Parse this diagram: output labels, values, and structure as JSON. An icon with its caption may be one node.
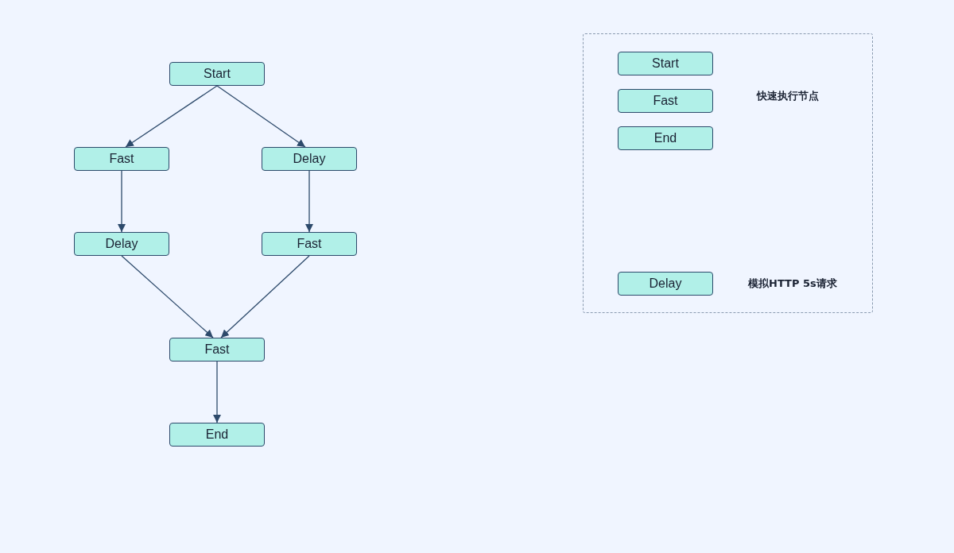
{
  "diagram": {
    "nodes": [
      {
        "text": [
          "Start"
        ]
      },
      {
        "text": [
          "Fast"
        ]
      },
      {
        "text": [
          "Delay"
        ]
      },
      {
        "text": [
          "Delay"
        ]
      },
      {
        "text": [
          "Fast"
        ]
      },
      {
        "text": [
          "Fast"
        ]
      },
      {
        "text": [
          "End"
        ]
      },
      {
        "text": [],
        "shape": "box"
      },
      {
        "text": [
          "Start"
        ],
        "in": 7
      },
      {
        "text": [
          "Fast"
        ],
        "in": 7
      },
      {
        "text": [
          "End"
        ],
        "in": 7
      },
      {
        "text": [
          "Delay"
        ],
        "in": 7
      }
    ],
    "edges": [
      {
        "from": 0,
        "to": 1,
        "arrow": "to"
      },
      {
        "from": 0,
        "to": 2,
        "arrow": "to"
      },
      {
        "from": 1,
        "to": 3,
        "arrow": "to"
      },
      {
        "from": 2,
        "to": 4,
        "arrow": "to"
      },
      {
        "from": 3,
        "to": 5,
        "arrow": "to"
      },
      {
        "from": 4,
        "to": 5,
        "arrow": "to"
      },
      {
        "from": 5,
        "to": 6,
        "arrow": "to"
      }
    ],
    "labels": [
      "快速执行节点",
      "模拟HTTP 5s请求"
    ]
  }
}
